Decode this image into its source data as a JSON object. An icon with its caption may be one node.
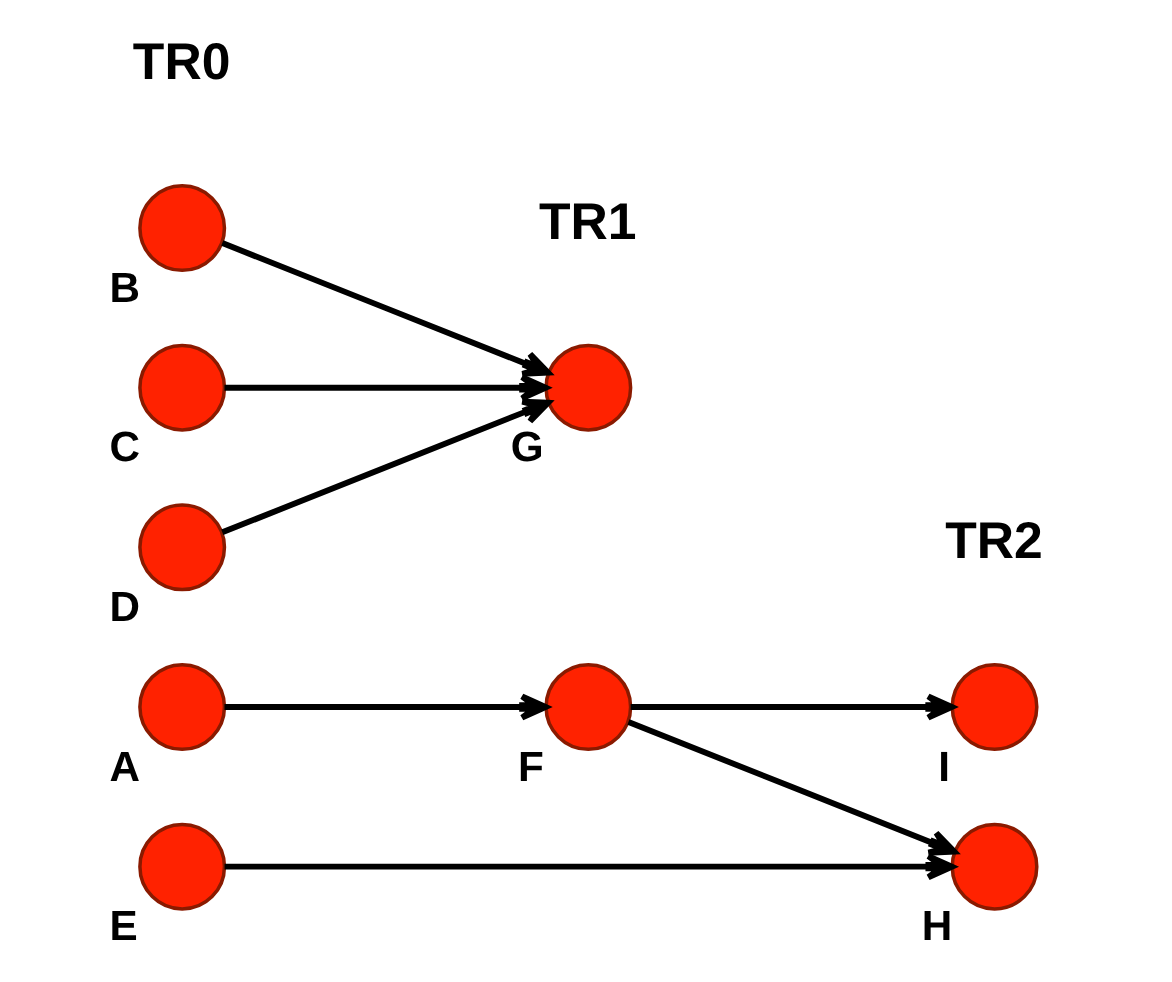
{
  "diagram": {
    "nodes": [
      {
        "text": [],
        "shape": "circle",
        "beside": [
          "A"
        ]
      },
      {
        "text": [],
        "shape": "circle",
        "beside": [
          "B"
        ]
      },
      {
        "text": [],
        "shape": "circle",
        "beside": [
          "C"
        ]
      },
      {
        "text": [],
        "shape": "circle",
        "beside": [
          "D"
        ]
      },
      {
        "text": [],
        "shape": "circle",
        "beside": [
          "E"
        ]
      },
      {
        "text": [],
        "shape": "circle",
        "beside": [
          "F"
        ]
      },
      {
        "text": [],
        "shape": "circle",
        "beside": [
          "G"
        ]
      },
      {
        "text": [],
        "shape": "circle",
        "beside": [
          "I"
        ]
      },
      {
        "text": [],
        "shape": "circle",
        "beside": [
          "H"
        ]
      }
    ],
    "edges": [
      {
        "from": 0,
        "to": 5,
        "arrow": "to"
      },
      {
        "from": 5,
        "to": 7,
        "arrow": "to"
      },
      {
        "from": 5,
        "to": 8,
        "arrow": "to"
      },
      {
        "from": 1,
        "to": 6,
        "arrow": "to"
      },
      {
        "from": 2,
        "to": 6,
        "arrow": "to"
      },
      {
        "from": 3,
        "to": 6,
        "arrow": "to"
      },
      {
        "from": 4,
        "to": 8,
        "arrow": "to"
      }
    ],
    "labels": [
      "TR0",
      "TR1",
      "TR2"
    ]
  }
}
